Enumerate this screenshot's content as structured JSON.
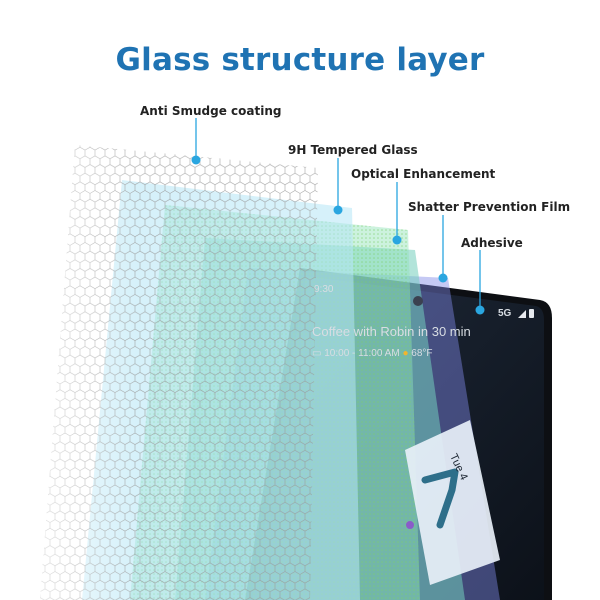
{
  "title": "Glass structure layer",
  "layers": [
    {
      "label": "Anti Smudge coating"
    },
    {
      "label": "9H Tempered Glass"
    },
    {
      "label": "Optical Enhancement"
    },
    {
      "label": "Shatter Prevention Film"
    },
    {
      "label": "Adhesive"
    }
  ],
  "phone": {
    "time": "9:30",
    "network": "5G",
    "event": "Coffee with Robin in 30 min",
    "event_time": "10:00 - 11:00 AM",
    "temperature": "68°F",
    "clock_digit": "7",
    "date": "Tue 4"
  },
  "colors": {
    "title": "#1f73b3",
    "marker": "#2aa6e0",
    "tempered": "#bfe9f7",
    "optical": "#a8ecd0",
    "shatter": "#8fd9c8",
    "adhesive": "#9aa7e8"
  },
  "icons": [
    "marker-dot-icon",
    "calendar-icon",
    "weather-icon",
    "signal-icon",
    "battery-icon",
    "camera-icon"
  ]
}
